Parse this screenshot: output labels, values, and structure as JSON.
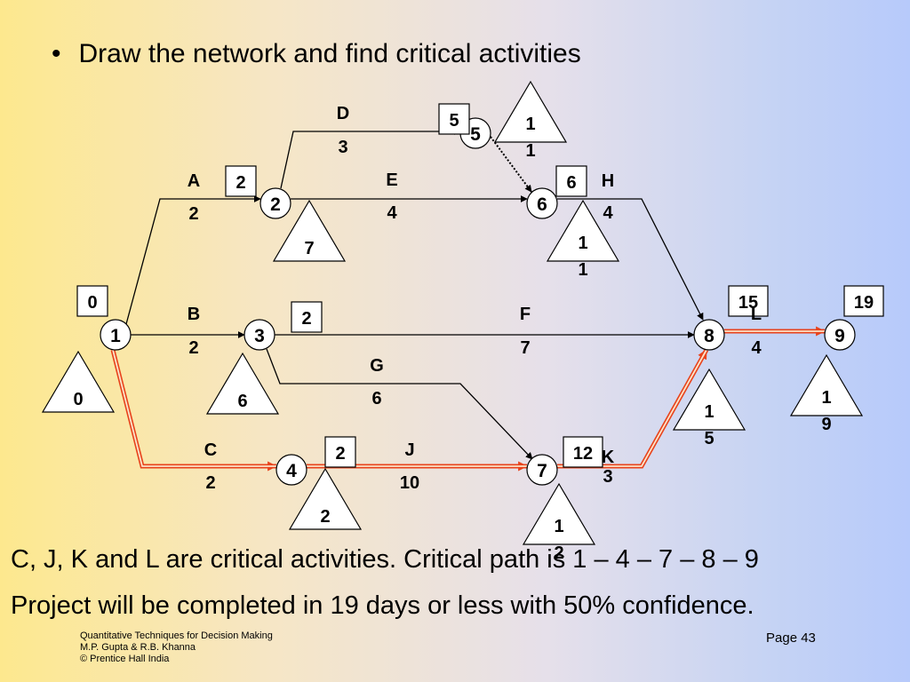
{
  "heading": "Draw the network and find critical activities",
  "bullet_glyph": "•",
  "summary_lines": [
    "C, J, K and L are critical activities. Critical path is 1 – 4 – 7 – 8 – 9",
    "Project will be completed in 19 days or less with 50% confidence."
  ],
  "footer_lines": [
    "Quantitative Techniques for Decision Making",
    "M.P. Gupta & R.B. Khanna",
    "© Prentice Hall India"
  ],
  "page_label": "Page 43",
  "colors": {
    "critical_path": "#e8431c",
    "normal_arrow": "#000000",
    "node_fill": "#ffffff"
  },
  "network": {
    "nodes": [
      {
        "id": "1",
        "earliest": "0",
        "latest": "0"
      },
      {
        "id": "2",
        "earliest": "2",
        "latest": "7"
      },
      {
        "id": "3",
        "earliest": "2",
        "latest": "6"
      },
      {
        "id": "4",
        "earliest": "2",
        "latest": "2"
      },
      {
        "id": "5",
        "earliest": "5",
        "latest": "11"
      },
      {
        "id": "6",
        "earliest": "6",
        "latest": "11"
      },
      {
        "id": "7",
        "earliest": "12",
        "latest": "12"
      },
      {
        "id": "8",
        "earliest": "15",
        "latest": "15"
      },
      {
        "id": "9",
        "earliest": "19",
        "latest": "19"
      }
    ],
    "activities": [
      {
        "name": "A",
        "from": "1",
        "to": "2",
        "duration": "2",
        "critical": false,
        "dummy": false
      },
      {
        "name": "B",
        "from": "1",
        "to": "3",
        "duration": "2",
        "critical": false,
        "dummy": false
      },
      {
        "name": "C",
        "from": "1",
        "to": "4",
        "duration": "2",
        "critical": true,
        "dummy": false
      },
      {
        "name": "D",
        "from": "2",
        "to": "5",
        "duration": "3",
        "critical": false,
        "dummy": false
      },
      {
        "name": "E",
        "from": "2",
        "to": "6",
        "duration": "4",
        "critical": false,
        "dummy": false
      },
      {
        "name": "F",
        "from": "3",
        "to": "8",
        "duration": "7",
        "critical": false,
        "dummy": false
      },
      {
        "name": "G",
        "from": "3",
        "to": "7",
        "duration": "6",
        "critical": false,
        "dummy": false
      },
      {
        "name": "H",
        "from": "6",
        "to": "8",
        "duration": "4",
        "critical": false,
        "dummy": false
      },
      {
        "name": "J",
        "from": "4",
        "to": "7",
        "duration": "10",
        "critical": true,
        "dummy": false
      },
      {
        "name": "K",
        "from": "7",
        "to": "8",
        "duration": "3",
        "critical": true,
        "dummy": false
      },
      {
        "name": "L",
        "from": "8",
        "to": "9",
        "duration": "4",
        "critical": true,
        "dummy": false
      },
      {
        "name": "",
        "from": "5",
        "to": "6",
        "duration": "",
        "critical": false,
        "dummy": true
      }
    ]
  }
}
